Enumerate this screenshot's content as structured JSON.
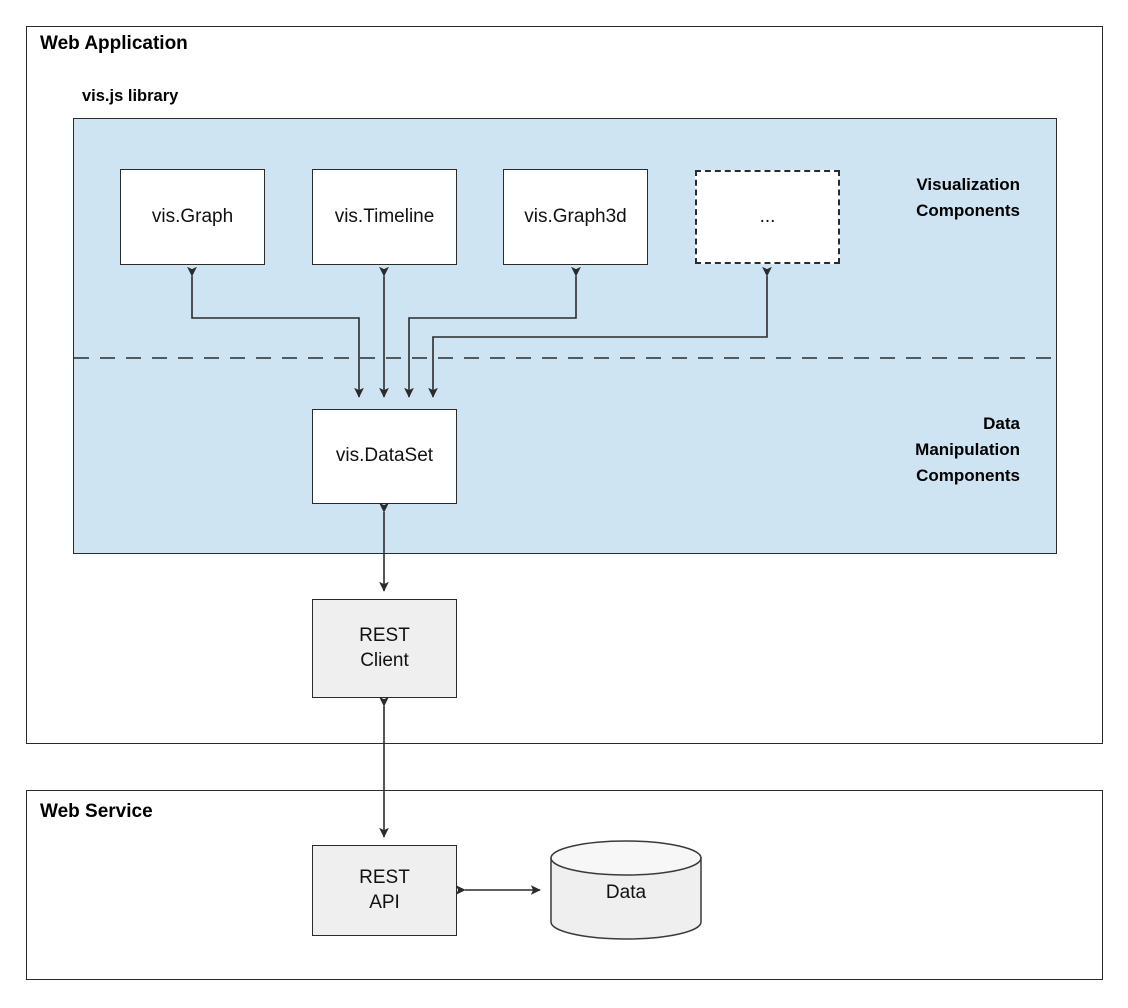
{
  "diagram": {
    "frames": [
      {
        "id": "web-application",
        "title": "Web Application"
      },
      {
        "id": "web-service",
        "title": "Web Service"
      }
    ],
    "library": {
      "title": "vis.js library",
      "panel_color": "#cfe4f3",
      "section_labels": [
        {
          "id": "visualization",
          "lines": [
            "Visualization",
            "Components"
          ]
        },
        {
          "id": "data-manipulation",
          "lines": [
            "Data",
            "Manipulation",
            "Components"
          ]
        }
      ]
    },
    "visualization_components": [
      {
        "id": "vis-graph",
        "label": "vis.Graph",
        "style": "solid"
      },
      {
        "id": "vis-timeline",
        "label": "vis.Timeline",
        "style": "solid"
      },
      {
        "id": "vis-graph3d",
        "label": "vis.Graph3d",
        "style": "solid"
      },
      {
        "id": "more-components",
        "label": "...",
        "style": "dashed"
      }
    ],
    "data_components": [
      {
        "id": "vis-dataset",
        "label": "vis.DataSet",
        "style": "solid"
      }
    ],
    "client_components": [
      {
        "id": "rest-client",
        "label": "REST\nClient",
        "line1": "REST",
        "line2": "Client",
        "style": "grey"
      }
    ],
    "service_components": [
      {
        "id": "rest-api",
        "label": "REST\nAPI",
        "line1": "REST",
        "line2": "API",
        "style": "grey"
      },
      {
        "id": "data-store",
        "label": "Data",
        "style": "cylinder"
      }
    ],
    "connections": [
      {
        "from": "vis-graph",
        "to": "vis-dataset",
        "type": "bidirectional"
      },
      {
        "from": "vis-timeline",
        "to": "vis-dataset",
        "type": "bidirectional"
      },
      {
        "from": "vis-graph3d",
        "to": "vis-dataset",
        "type": "bidirectional"
      },
      {
        "from": "more-components",
        "to": "vis-dataset",
        "type": "bidirectional"
      },
      {
        "from": "vis-dataset",
        "to": "rest-client",
        "type": "bidirectional"
      },
      {
        "from": "rest-client",
        "to": "rest-api",
        "type": "bidirectional"
      },
      {
        "from": "rest-api",
        "to": "data-store",
        "type": "bidirectional"
      }
    ],
    "colors": {
      "panel": "#cfe4f3",
      "node_fill": "#ffffff",
      "grey_fill": "#efefef",
      "stroke": "#2b2b2b",
      "text": "#111111"
    }
  }
}
